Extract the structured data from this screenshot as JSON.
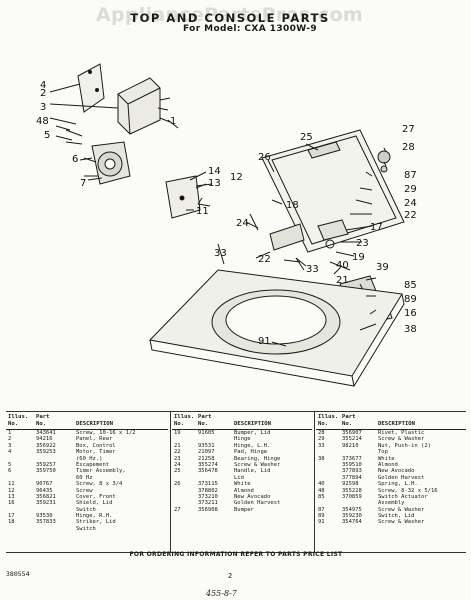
{
  "watermark": "AppliancePartsPros.com",
  "title": "TOP AND CONSOLE PARTS",
  "model": "For Model: CXA 1300W-9",
  "callouts": [
    {
      "id": "c1",
      "text": "1"
    },
    {
      "id": "c2",
      "text": "2"
    },
    {
      "id": "c3",
      "text": "3"
    },
    {
      "id": "c4",
      "text": "4"
    },
    {
      "id": "c48",
      "text": "48"
    },
    {
      "id": "c5",
      "text": "5"
    },
    {
      "id": "c6",
      "text": "6"
    },
    {
      "id": "c7",
      "text": "7"
    },
    {
      "id": "c14",
      "text": "14"
    },
    {
      "id": "c13",
      "text": "13"
    },
    {
      "id": "c12",
      "text": "12"
    },
    {
      "id": "c11",
      "text": "11"
    },
    {
      "id": "c25",
      "text": "25"
    },
    {
      "id": "c26",
      "text": "26"
    },
    {
      "id": "c27",
      "text": "27"
    },
    {
      "id": "c28",
      "text": "28"
    },
    {
      "id": "c87",
      "text": "87"
    },
    {
      "id": "c29",
      "text": "29"
    },
    {
      "id": "c24a",
      "text": "24"
    },
    {
      "id": "c22a",
      "text": "22"
    },
    {
      "id": "c18",
      "text": "18"
    },
    {
      "id": "c17",
      "text": "17"
    },
    {
      "id": "c23",
      "text": "23"
    },
    {
      "id": "c19",
      "text": "19"
    },
    {
      "id": "c40",
      "text": "40"
    },
    {
      "id": "c21",
      "text": "21"
    },
    {
      "id": "c24b",
      "text": "24"
    },
    {
      "id": "c33a",
      "text": "33"
    },
    {
      "id": "c22b",
      "text": "22"
    },
    {
      "id": "c33b",
      "text": "33"
    },
    {
      "id": "c39",
      "text": "39"
    },
    {
      "id": "c85",
      "text": "85"
    },
    {
      "id": "c89",
      "text": "89"
    },
    {
      "id": "c16",
      "text": "16"
    },
    {
      "id": "c38",
      "text": "38"
    },
    {
      "id": "c91",
      "text": "91"
    }
  ],
  "table": {
    "head": {
      "illus": "Illus. No.",
      "part": "Part No.",
      "desc": "DESCRIPTION"
    },
    "col1": [
      [
        "1",
        "343641",
        "Screw, 10-16 x 1/2"
      ],
      [
        "2",
        "94216",
        "Panel, Rear"
      ],
      [
        "3",
        "356922",
        "Box, Control"
      ],
      [
        "4",
        "359253",
        "Motor, Timer"
      ],
      [
        "",
        "",
        "(60 Hz.)"
      ],
      [
        "5",
        "359257",
        "Escapement"
      ],
      [
        "6",
        "359750",
        "Timer Assembly,"
      ],
      [
        "",
        "",
        "60 Hz"
      ],
      [
        "11",
        "90767",
        "Screw, 8 x 3/4"
      ],
      [
        "12",
        "96435",
        "Screw"
      ],
      [
        "13",
        "356821",
        "Cover, Front"
      ],
      [
        "16",
        "359231",
        "Shield, Lid"
      ],
      [
        "",
        "",
        "Switch"
      ],
      [
        "17",
        "93530",
        "Hinge, R.H."
      ],
      [
        "18",
        "357833",
        "Striker, Lid"
      ],
      [
        "",
        "",
        "Switch"
      ]
    ],
    "col2": [
      [
        "19",
        "91605",
        "Bumper, Lid"
      ],
      [
        "",
        "",
        "Hinge"
      ],
      [
        "21",
        "93531",
        "Hinge, L.H."
      ],
      [
        "22",
        "21097",
        "Pad, Hinge"
      ],
      [
        "23",
        "21258",
        "Bearing, Hinge"
      ],
      [
        "24",
        "355274",
        "Screw & Washer"
      ],
      [
        "25",
        "356478",
        "Handle, Lid"
      ],
      [
        "",
        "",
        "Lid"
      ],
      [
        "26",
        "373115",
        "White"
      ],
      [
        "",
        "378802",
        "Almond"
      ],
      [
        "",
        "373210",
        "New Avocado"
      ],
      [
        "",
        "373211",
        "Golden Harvest"
      ],
      [
        "27",
        "356908",
        "Bumper"
      ]
    ],
    "col3": [
      [
        "28",
        "356907",
        "Rivet, Plastic"
      ],
      [
        "29",
        "355214",
        "Screw & Washer"
      ],
      [
        "33",
        "98210",
        "Nut, Push-in (2)"
      ],
      [
        "",
        "",
        "Top"
      ],
      [
        "38",
        "373677",
        "White"
      ],
      [
        "",
        "359510",
        "Almond"
      ],
      [
        "",
        "377893",
        "New Avocado"
      ],
      [
        "",
        "377894",
        "Golden Harvest"
      ],
      [
        "40",
        "92598",
        "Spring, L.H."
      ],
      [
        "48",
        "355228",
        "Screw, 8-32 x 5/16"
      ],
      [
        "85",
        "370859",
        "Switch Actuator"
      ],
      [
        "",
        "",
        "Assembly"
      ],
      [
        "87",
        "354975",
        "Screw & Washer"
      ],
      [
        "89",
        "359230",
        "Switch, Lid"
      ],
      [
        "91",
        "354764",
        "Screw & Washer"
      ]
    ],
    "footer": "FOR ORDERING INFORMATION REFER TO PARTS PRICE LIST"
  },
  "doc_number": "380554",
  "page_number": "2",
  "hand_note": "455-8-7"
}
